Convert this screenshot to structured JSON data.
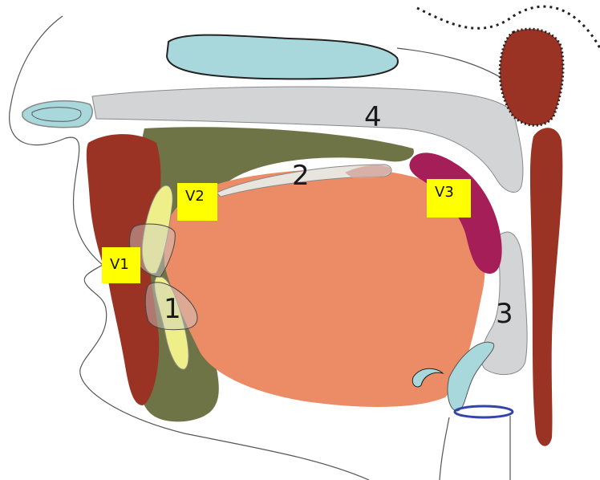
{
  "labels": {
    "number_1": "1",
    "number_2": "2",
    "number_3": "3",
    "number_4": "4",
    "tag_v1": "V1",
    "tag_v2": "V2",
    "tag_v3": "V3"
  },
  "colors": {
    "tongue": "#EC8C67",
    "muscle_olive": "#6E7446",
    "lip_brown": "#9A3323",
    "uvula_magenta": "#A51E57",
    "bone_gray": "#D2D4D6",
    "cartilage_cyan": "#A9D8DC",
    "teeth_yellow": "#EFEF8A",
    "tag_yellow": "#FFFF00",
    "cord_blue": "#3344AA"
  }
}
